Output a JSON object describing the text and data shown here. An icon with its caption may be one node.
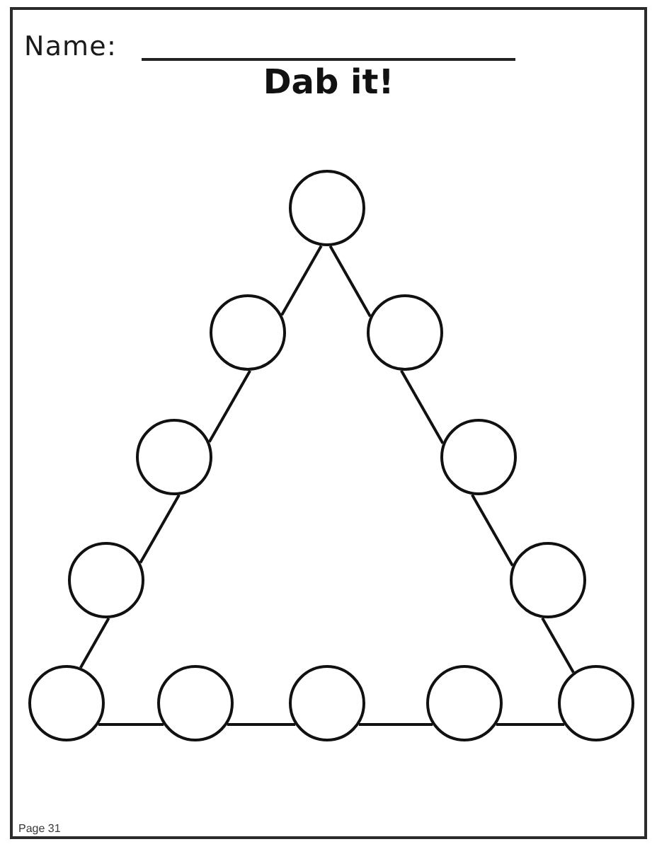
{
  "diagram": {
    "title": "Dab it!",
    "nodes": [
      {
        "text": [],
        "shape": "circle"
      },
      {
        "text": [],
        "shape": "circle"
      },
      {
        "text": [],
        "shape": "circle"
      },
      {
        "text": [],
        "shape": "circle"
      },
      {
        "text": [],
        "shape": "circle"
      },
      {
        "text": [],
        "shape": "circle"
      },
      {
        "text": [],
        "shape": "circle"
      },
      {
        "text": [],
        "shape": "circle"
      },
      {
        "text": [],
        "shape": "circle"
      },
      {
        "text": [],
        "shape": "circle"
      },
      {
        "text": [],
        "shape": "circle"
      },
      {
        "text": [],
        "shape": "circle"
      }
    ],
    "edges": [
      {
        "from": 0,
        "to": 1,
        "arrow": "none"
      },
      {
        "from": 1,
        "to": 3,
        "arrow": "none"
      },
      {
        "from": 3,
        "to": 5,
        "arrow": "none"
      },
      {
        "from": 5,
        "to": 7,
        "arrow": "none"
      },
      {
        "from": 0,
        "to": 2,
        "arrow": "none"
      },
      {
        "from": 2,
        "to": 4,
        "arrow": "none"
      },
      {
        "from": 4,
        "to": 6,
        "arrow": "none"
      },
      {
        "from": 6,
        "to": 11,
        "arrow": "none"
      },
      {
        "from": 7,
        "to": 8,
        "arrow": "none"
      },
      {
        "from": 8,
        "to": 9,
        "arrow": "none"
      },
      {
        "from": 9,
        "to": 10,
        "arrow": "none"
      },
      {
        "from": 10,
        "to": 11,
        "arrow": "none"
      }
    ],
    "labels": [
      "Name:",
      "Page 31"
    ]
  }
}
